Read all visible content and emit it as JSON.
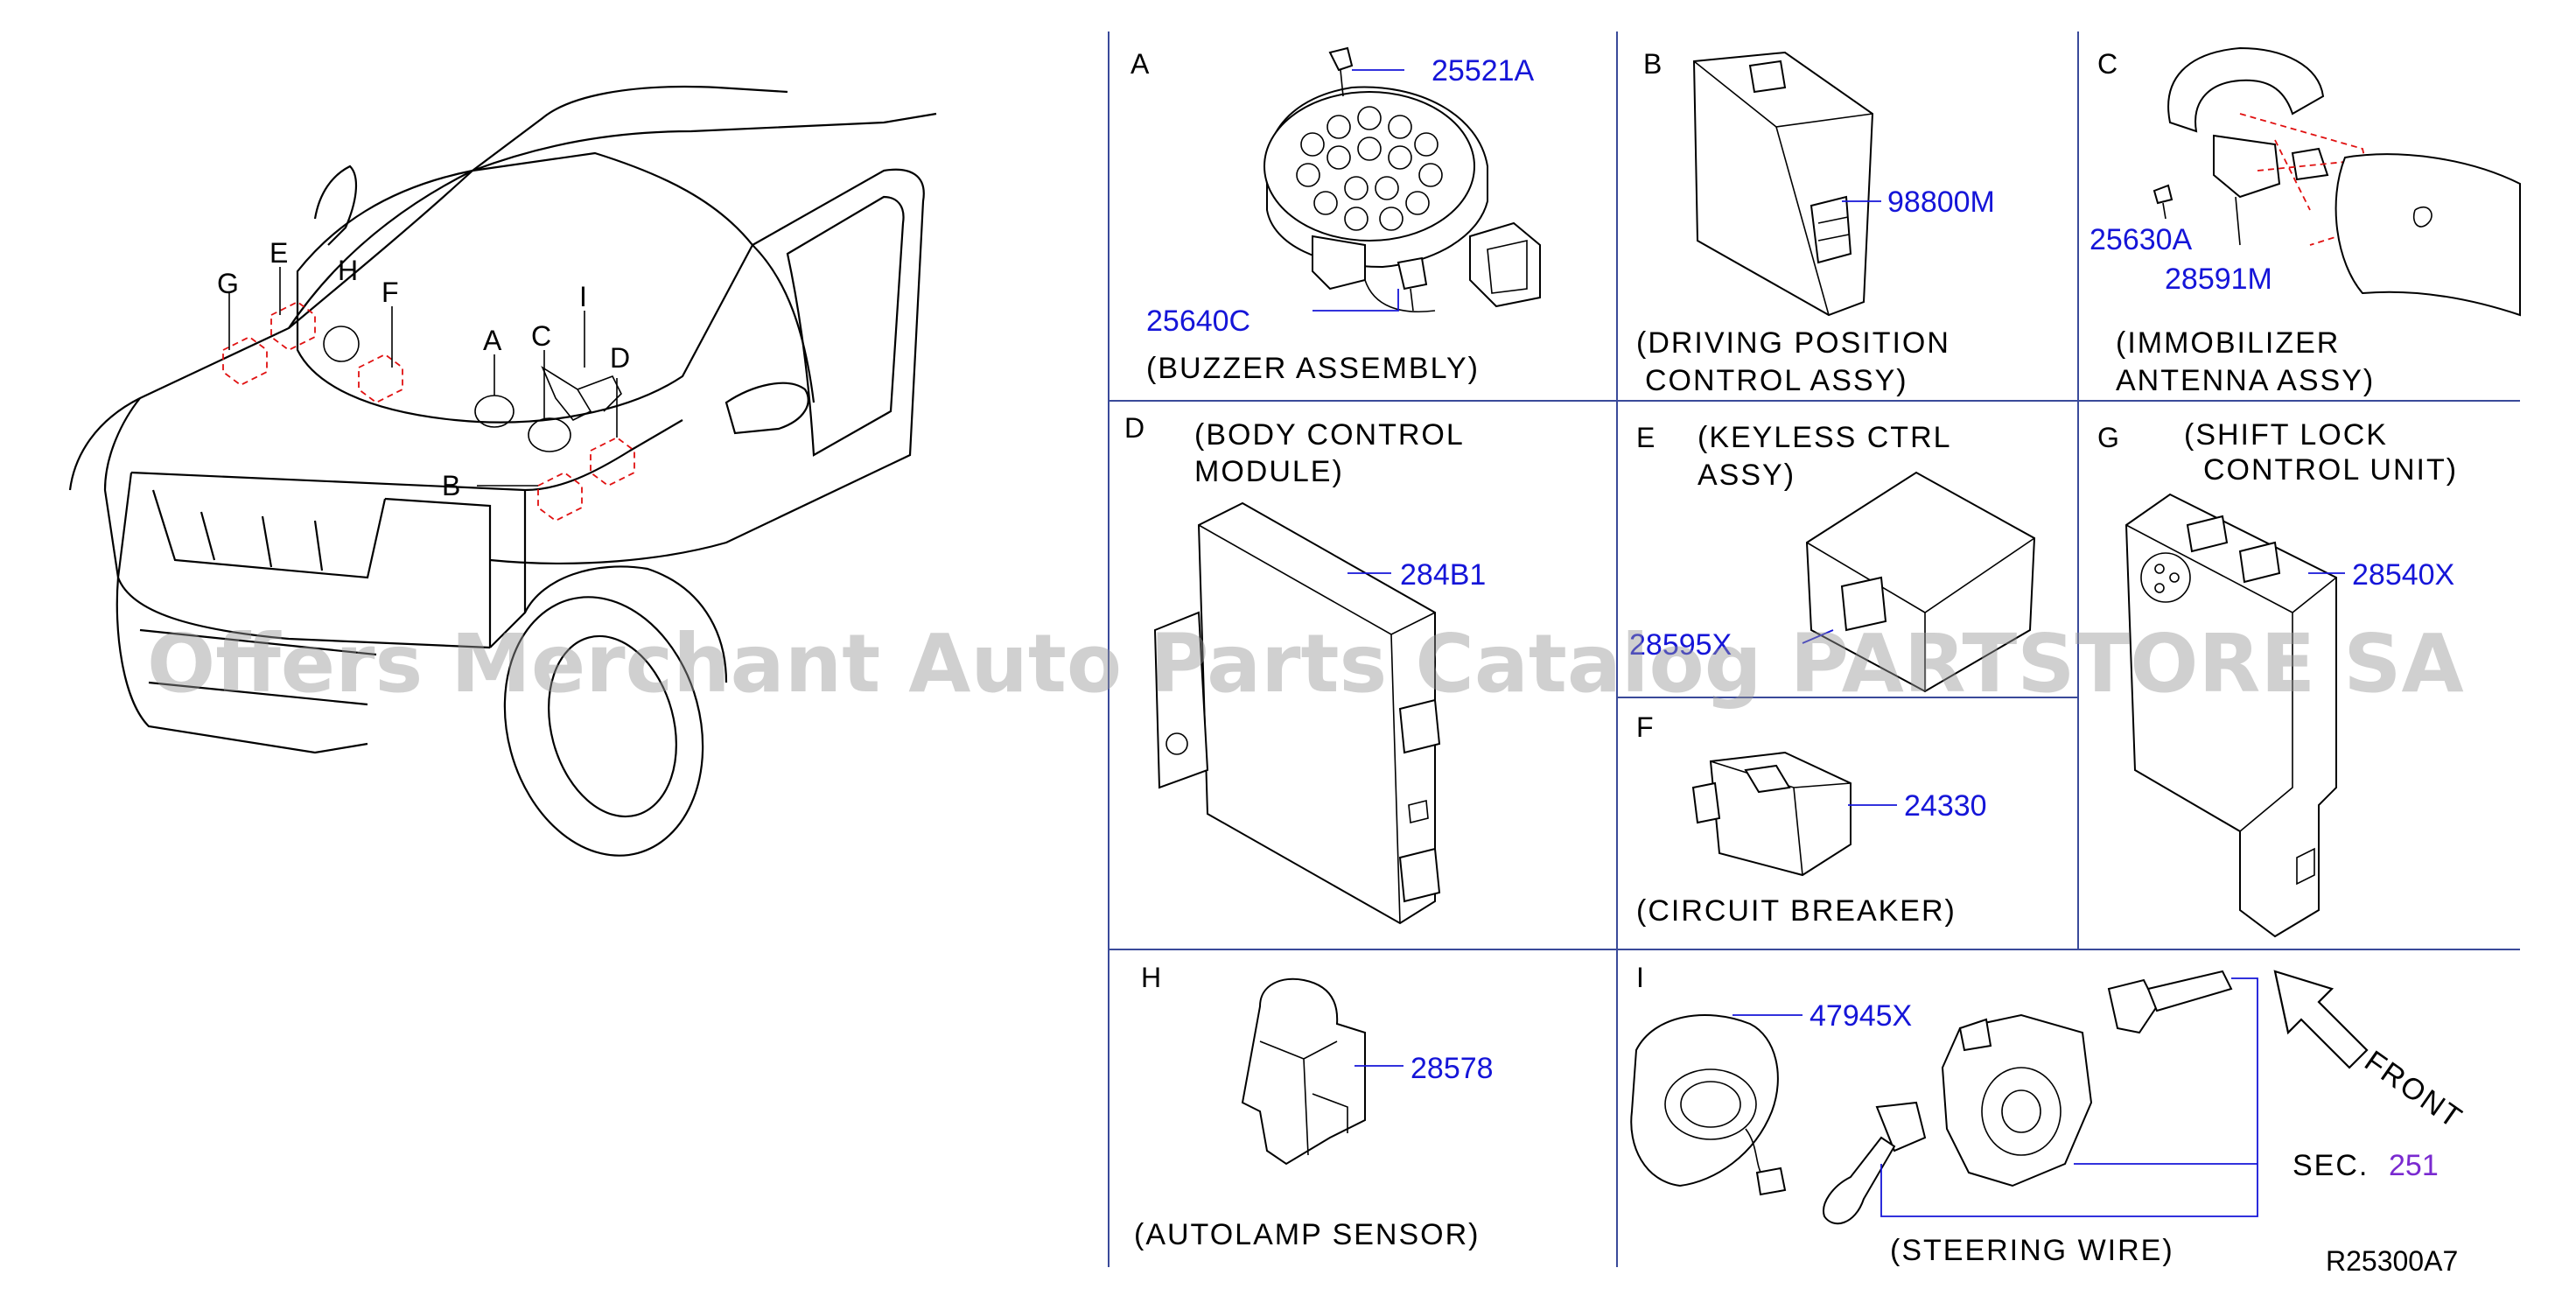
{
  "diagram_id": "R25300A7",
  "watermark": "Offers Merchant Auto Parts Catalog PARTSTORE SA",
  "vehicle_locator": {
    "labels": [
      "G",
      "E",
      "H",
      "F",
      "A",
      "C",
      "I",
      "D",
      "B"
    ]
  },
  "panels": {
    "A": {
      "letter": "A",
      "title_lines": [
        "(BUZZER ASSEMBLY)"
      ],
      "parts": [
        "25521A",
        "25640C"
      ]
    },
    "B": {
      "letter": "B",
      "title_lines": [
        "(DRIVING POSITION",
        "CONTROL ASSY)"
      ],
      "parts": [
        "98800M"
      ]
    },
    "C": {
      "letter": "C",
      "title_lines": [
        "(IMMOBILIZER",
        "ANTENNA ASSY)"
      ],
      "parts": [
        "25630A",
        "28591M"
      ]
    },
    "D": {
      "letter": "D",
      "title_lines": [
        "(BODY CONTROL",
        "MODULE)"
      ],
      "parts": [
        "284B1"
      ]
    },
    "E": {
      "letter": "E",
      "title_lines": [
        "(KEYLESS CTRL",
        "ASSY)"
      ],
      "parts": [
        "28595X"
      ]
    },
    "F": {
      "letter": "F",
      "title_lines": [
        "(CIRCUIT BREAKER)"
      ],
      "parts": [
        "24330"
      ]
    },
    "G": {
      "letter": "G",
      "title_lines": [
        "(SHIFT LOCK",
        "CONTROL UNIT)"
      ],
      "parts": [
        "28540X"
      ]
    },
    "H": {
      "letter": "H",
      "title_lines": [
        "(AUTOLAMP SENSOR)"
      ],
      "parts": [
        "28578"
      ]
    },
    "I": {
      "letter": "I",
      "title_lines": [
        "(STEERING WIRE)"
      ],
      "parts": [
        "47945X"
      ],
      "sec_label": "SEC.",
      "sec_link": "251",
      "front_label": "FRONT"
    }
  }
}
